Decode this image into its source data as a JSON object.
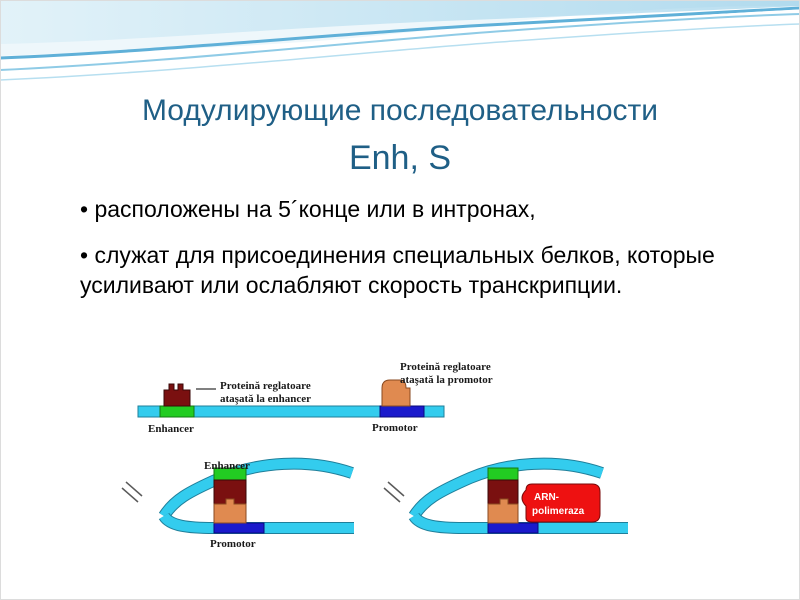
{
  "slide": {
    "title_line1": "Модулирующие последовательности",
    "title_line2": "Enh, S",
    "bullets": [
      "• расположены на 5´конце или в интронах,",
      "• служат для присоединения специальных белков, которые усиливают или ослабляют скорость транскрипции."
    ]
  },
  "diagram": {
    "panel1": {
      "label_enhancer_protein_line1": "Proteină reglatoare",
      "label_enhancer_protein_line2": "ataşată la enhancer",
      "label_promotor_protein_line1": "Proteină reglatoare",
      "label_promotor_protein_line2": "ataşată la promotor",
      "label_enhancer": "Enhancer",
      "label_promotor": "Promotor"
    },
    "panel2": {
      "label_enhancer": "Enhancer",
      "label_promotor": "Promotor"
    },
    "panel3": {
      "polymerase_line1": "ARN-",
      "polymerase_line2": "polimeraza"
    }
  },
  "colors": {
    "dna": "#33ccee",
    "enhancer": "#22cc22",
    "promotor": "#1a1acc",
    "enhancer_protein": "#7a1010",
    "promotor_protein": "#e08a50",
    "polymerase": "#ee1111",
    "title": "#1f5f86"
  }
}
